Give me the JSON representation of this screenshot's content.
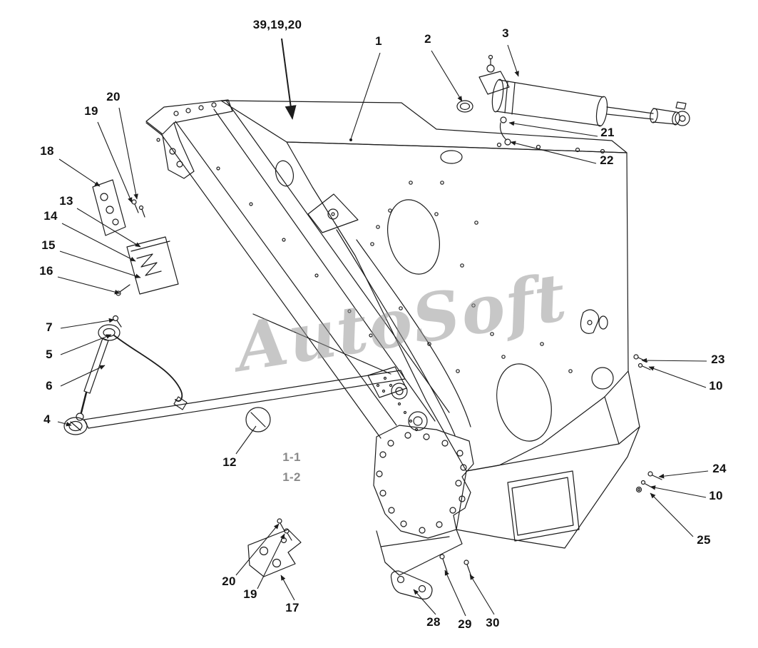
{
  "figure": {
    "type": "exploded-parts-diagram",
    "watermark": {
      "text": "AutoSoft",
      "color": "#949494"
    },
    "colors": {
      "background": "#ffffff",
      "line": "#1c1c1c",
      "sub_label": "#8a8a8a"
    },
    "callouts": [
      {
        "id": "39-19-20",
        "label": "39,19,20"
      },
      {
        "id": "1",
        "label": "1"
      },
      {
        "id": "2",
        "label": "2"
      },
      {
        "id": "3",
        "label": "3"
      },
      {
        "id": "21",
        "label": "21"
      },
      {
        "id": "22",
        "label": "22"
      },
      {
        "id": "20-top",
        "label": "20"
      },
      {
        "id": "19-top",
        "label": "19"
      },
      {
        "id": "18",
        "label": "18"
      },
      {
        "id": "13",
        "label": "13"
      },
      {
        "id": "14",
        "label": "14"
      },
      {
        "id": "15",
        "label": "15"
      },
      {
        "id": "16",
        "label": "16"
      },
      {
        "id": "7",
        "label": "7"
      },
      {
        "id": "5",
        "label": "5"
      },
      {
        "id": "6",
        "label": "6"
      },
      {
        "id": "4",
        "label": "4"
      },
      {
        "id": "12",
        "label": "12"
      },
      {
        "id": "23",
        "label": "23"
      },
      {
        "id": "10-upper",
        "label": "10"
      },
      {
        "id": "24",
        "label": "24"
      },
      {
        "id": "10-lower",
        "label": "10"
      },
      {
        "id": "25",
        "label": "25"
      },
      {
        "id": "20-bottom",
        "label": "20"
      },
      {
        "id": "19-bottom",
        "label": "19"
      },
      {
        "id": "17",
        "label": "17"
      },
      {
        "id": "28",
        "label": "28"
      },
      {
        "id": "29",
        "label": "29"
      },
      {
        "id": "30",
        "label": "30"
      }
    ],
    "sub_labels": [
      {
        "id": "1-1",
        "label": "1-1"
      },
      {
        "id": "1-2",
        "label": "1-2"
      }
    ]
  }
}
